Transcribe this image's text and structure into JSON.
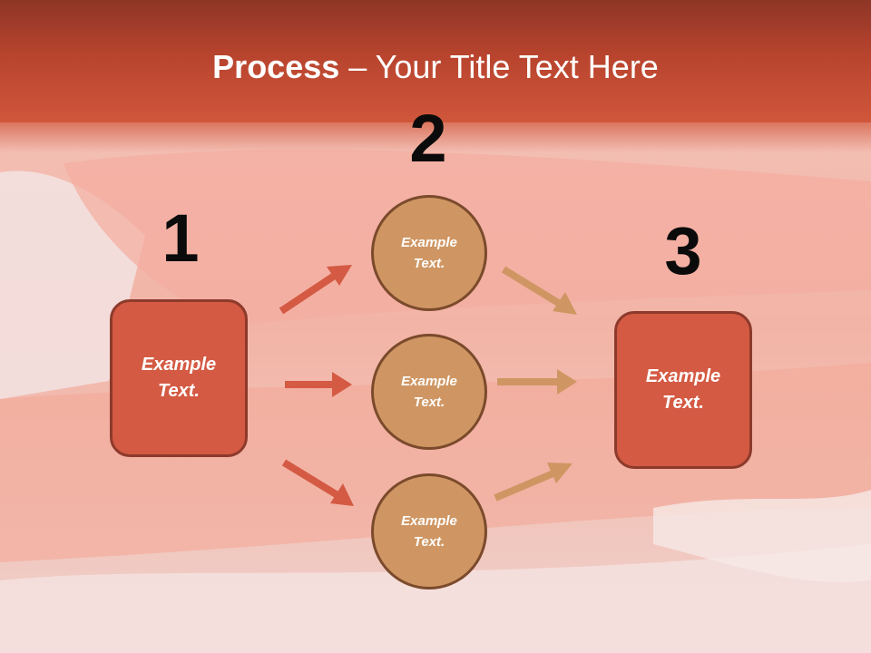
{
  "title": {
    "bold": "Process",
    "rest": " – Your Title Text Here"
  },
  "steps": [
    {
      "number": "1",
      "label": "Example Text."
    },
    {
      "number": "2",
      "label": "Example Text."
    },
    {
      "number": "3",
      "label": "Example Text."
    }
  ],
  "circles": [
    {
      "label": "Example Text."
    },
    {
      "label": "Example Text."
    },
    {
      "label": "Example Text."
    }
  ],
  "colors": {
    "box": "#d45a43",
    "circle": "#cf9663",
    "arrow_left": "#d45a43",
    "arrow_right": "#cf9663"
  }
}
